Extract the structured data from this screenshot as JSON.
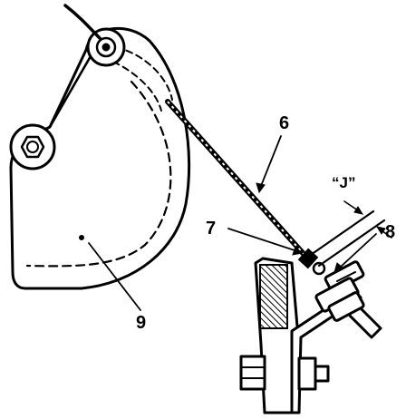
{
  "callouts": {
    "part_6": "6",
    "part_7": "7",
    "part_8": "8",
    "part_9": "9",
    "dimension_j": "“J”"
  },
  "colors": {
    "ink": "#000000",
    "paper": "#ffffff"
  }
}
